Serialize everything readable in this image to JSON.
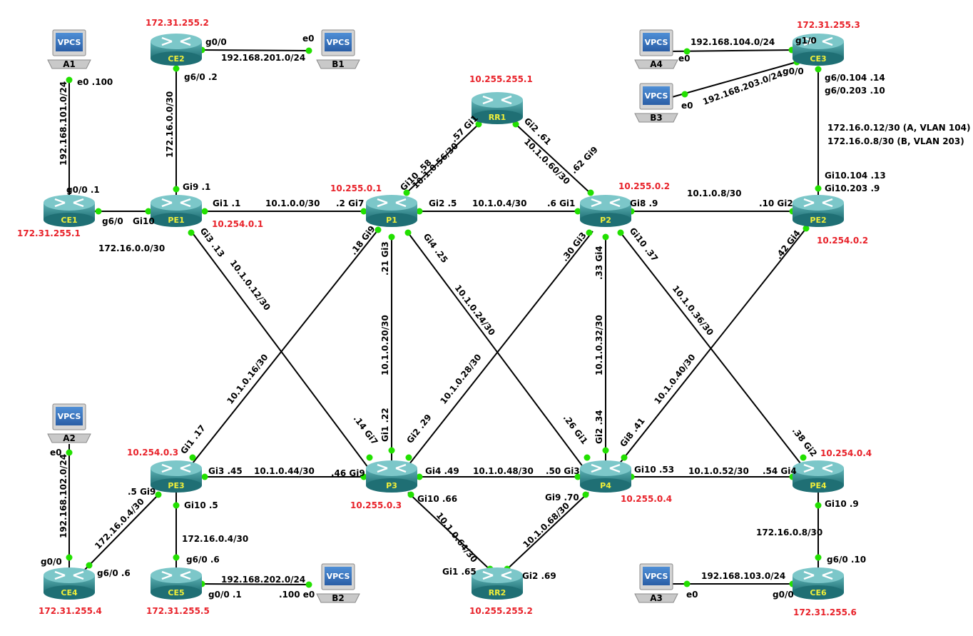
{
  "routers": {
    "CE2": {
      "name": "CE2",
      "ip": "172.31.255.2"
    },
    "CE3": {
      "name": "CE3",
      "ip": "172.31.255.3"
    },
    "RR1": {
      "name": "RR1",
      "ip": "10.255.255.1"
    },
    "CE1": {
      "name": "CE1",
      "ip": "172.31.255.1"
    },
    "PE1": {
      "name": "PE1",
      "ip": "10.254.0.1"
    },
    "P1": {
      "name": "P1",
      "ip": "10.255.0.1"
    },
    "P2": {
      "name": "P2",
      "ip": "10.255.0.2"
    },
    "PE2": {
      "name": "PE2",
      "ip": "10.254.0.2"
    },
    "PE3": {
      "name": "PE3",
      "ip": "10.254.0.3"
    },
    "P3": {
      "name": "P3",
      "ip": "10.255.0.3"
    },
    "P4": {
      "name": "P4",
      "ip": "10.255.0.4"
    },
    "PE4": {
      "name": "PE4",
      "ip": "10.254.0.4"
    },
    "CE4": {
      "name": "CE4",
      "ip": "172.31.255.4"
    },
    "CE5": {
      "name": "CE5",
      "ip": "172.31.255.5"
    },
    "RR2": {
      "name": "RR2",
      "ip": "10.255.255.2"
    },
    "CE6": {
      "name": "CE6",
      "ip": "172.31.255.6"
    }
  },
  "hosts": {
    "A1": {
      "name": "A1",
      "icon_text": "VPCS"
    },
    "B1": {
      "name": "B1",
      "icon_text": "VPCS"
    },
    "A4": {
      "name": "A4",
      "icon_text": "VPCS"
    },
    "B3": {
      "name": "B3",
      "icon_text": "VPCS"
    },
    "A2": {
      "name": "A2",
      "icon_text": "VPCS"
    },
    "B2": {
      "name": "B2",
      "icon_text": "VPCS"
    },
    "A3": {
      "name": "A3",
      "icon_text": "VPCS"
    }
  },
  "labels": {
    "a1_e0": "e0 .100",
    "a1_net": "192.168.101.0/24",
    "ce1_g00": "g0/0 .1",
    "ce1_g60": "g6/0",
    "pe1_gi10": "Gi10",
    "ce1_pe1_net": "172.16.0.0/30",
    "ce2_g00": "g0/0",
    "b1_e0": "e0",
    "ce2_b1_net": "192.168.201.0/24",
    "ce2_g60": "g6/0 .2",
    "ce2_pe1_net": "172.16.0.0/30",
    "pe1_gi9": "Gi9 .1",
    "pe1_gi1": "Gi1 .1",
    "pe1_p1_net": "10.1.0.0/30",
    "p1_gi7": ".2 Gi7",
    "pe1_gi3": "Gi3 .13",
    "pe1_p3_net": "10.1.0.12/30",
    "rr1_gi1": ".57 Gi1",
    "p1_gi10": "Gi10 .58",
    "rr1_p1_net": "10.1.0.56/30",
    "rr1_gi2": "Gi2 .61",
    "rr1_p2_net": "10.1.0.60/30",
    "p2_gi9": ".62 Gi9",
    "p1_gi2": "Gi2 .5",
    "p1_p2_net": "10.1.0.4/30",
    "p2_gi1": ".6 Gi1",
    "p2_gi8": "Gi8 .9",
    "p2_pe2_net": "10.1.0.8/30",
    "pe2_gi2": ".10 Gi2",
    "a4_e0": "e0",
    "a4_net": "192.168.104.0/24",
    "ce3_g10": "g1/0",
    "ce3_g00": "g0/0",
    "b3_e0": "e0",
    "b3_net": "192.168.203.0/24",
    "ce3_g60_104": "g6/0.104 .14",
    "ce3_g60_203": "g6/0.203 .10",
    "ce3_pe2_net_a": "172.16.0.12/30 (A, VLAN 104)",
    "ce3_pe2_net_b": "172.16.0.8/30 (B, VLAN 203)",
    "pe2_gi10_104": "Gi10.104 .13",
    "pe2_gi10_203": "Gi10.203 .9",
    "p1_gi9": ".18 Gi9",
    "p1_gi3": ".21 Gi3",
    "p1_gi4": "Gi4 .25",
    "p2_gi3": ".30 Gi3",
    "p2_gi4": ".33 Gi4",
    "p2_gi10": "Gi10 .37",
    "pe2_gi4": ".42 Gi4",
    "pe3_p1_net": "10.1.0.16/30",
    "p1_p3_net": "10.1.0.20/30",
    "p1_p4_net": "10.1.0.24/30",
    "p2_p3_net": "10.1.0.28/30",
    "p2_p4_net": "10.1.0.32/30",
    "p2_pe4_net": "10.1.0.36/30",
    "pe2_p4_net": "10.1.0.40/30",
    "pe3_gi1": "Gi1 .17",
    "p3_gi7": ".14 Gi7",
    "p3_gi1": "Gi1 .22",
    "p3_gi2": "Gi2 .29",
    "p4_gi1": ".26 Gi1",
    "p4_gi2": "Gi2 .34",
    "p4_gi8": "Gi8 .41",
    "pe4_gi2": ".38 Gi2",
    "pe3_gi3": "Gi3 .45",
    "pe3_p3_net": "10.1.0.44/30",
    "p3_gi9": ".46 Gi9",
    "p3_gi4": "Gi4 .49",
    "p3_p4_net": "10.1.0.48/30",
    "p4_gi3": ".50 Gi3",
    "p4_gi10": "Gi10 .53",
    "p4_pe4_net": "10.1.0.52/30",
    "pe4_gi4": ".54 Gi4",
    "a2_e0": "e0",
    "a2_net": "192.168.102.0/24",
    "ce4_g00": "g0/0",
    "pe3_gi9": ".5 Gi9",
    "ce4_pe3_net": "172.16.0.4/30",
    "ce4_g60": "g6/0 .6",
    "pe3_gi10": "Gi10 .5",
    "pe3_ce5_net": "172.16.0.4/30",
    "ce5_g60": "g6/0 .6",
    "ce5_g00": "g0/0  .1",
    "ce5_b2_net": "192.168.202.0/24",
    "b2_e0": ".100  e0",
    "p3_gi10": "Gi10 .66",
    "p3_rr2_net": "10.1.0.64/30",
    "rr2_gi1": "Gi1 .65",
    "p4_gi9": "Gi9 .70",
    "p4_rr2_net": "10.1.0.68/30",
    "rr2_gi2": "Gi2 .69",
    "pe4_gi10": "Gi10 .9",
    "pe4_ce6_net": "172.16.0.8/30",
    "ce6_g60": "g6/0 .10",
    "a3_e0": "e0",
    "a3_net": "192.168.103.0/24",
    "ce6_g00": "g0/0"
  },
  "colors": {
    "router_body": "#2f8f94",
    "router_top": "#7cc7c9",
    "router_label": "#f1ef3a",
    "ip_label": "#e8222a",
    "port_dot": "#22e000",
    "link": "#000000"
  }
}
